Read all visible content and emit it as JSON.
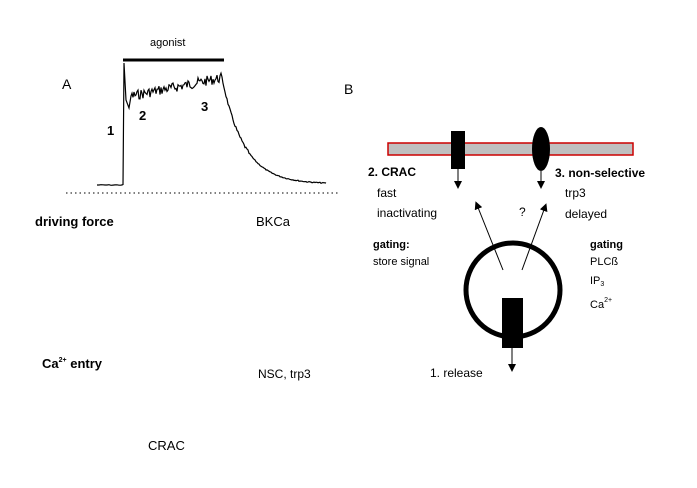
{
  "panel_a": {
    "label": "A",
    "agonist": "agonist",
    "phase_1": "1",
    "phase_2": "2",
    "phase_3": "3",
    "driving_force": "driving force",
    "bkca": "BKCa",
    "ca_entry_base": "Ca",
    "ca_entry_sup": "2+",
    "ca_entry_rest": " entry",
    "nsc_trp3": "NSC, trp3",
    "crac": "CRAC"
  },
  "panel_b": {
    "label": "B",
    "crac_title": "2. CRAC",
    "crac_line1": "fast",
    "crac_line2": "inactivating",
    "question": "?",
    "nonsel_title": "3. non-selective",
    "nonsel_line1": "trp3",
    "nonsel_line2": "delayed",
    "gating_left_title": "gating:",
    "gating_left_text": "store signal",
    "gating_right_title": "gating",
    "gating_plc": "PLCß",
    "gating_ip_base": "IP",
    "gating_ip_sub": "3",
    "gating_ca_base": "Ca",
    "gating_ca_sup": "2+",
    "release": "1. release"
  }
}
